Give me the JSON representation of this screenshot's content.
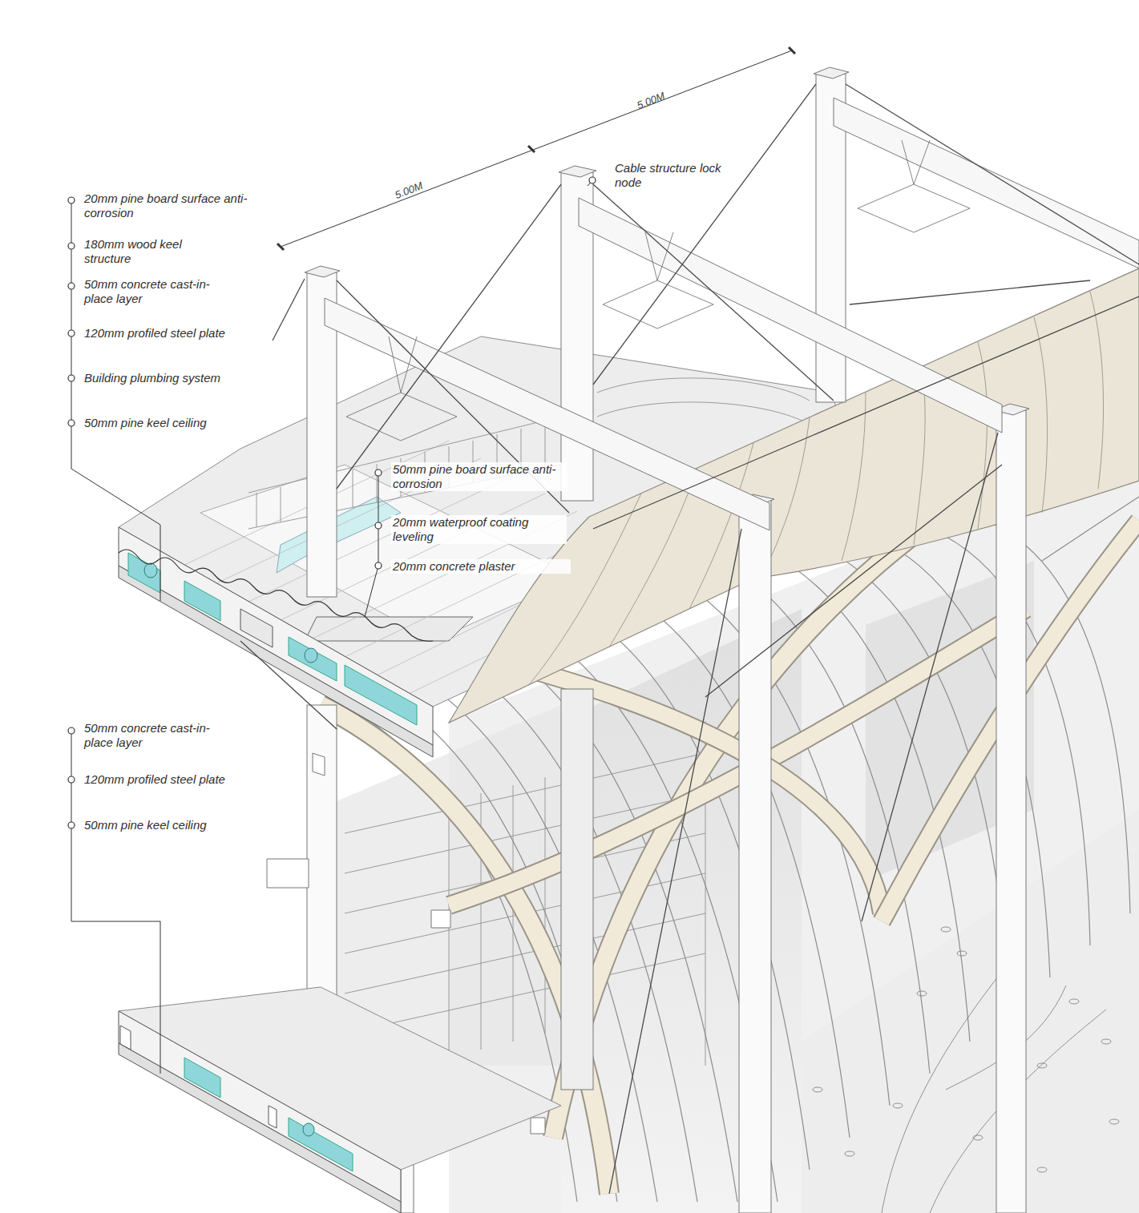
{
  "diagram": {
    "labels": [
      "5.00M",
      "5.00M",
      "Cable structure lock node",
      "20mm pine board surface anti-corrosion",
      "180mm wood keel structure",
      "50mm concrete cast-in-place layer",
      "120mm profiled steel plate",
      "Building plumbing system",
      "50mm pine keel ceiling",
      "50mm pine board surface anti-corrosion",
      "20mm waterproof coating leveling",
      "20mm concrete plaster",
      "50mm concrete cast-in-place layer",
      "120mm profiled steel plate",
      "50mm pine keel ceiling"
    ]
  }
}
